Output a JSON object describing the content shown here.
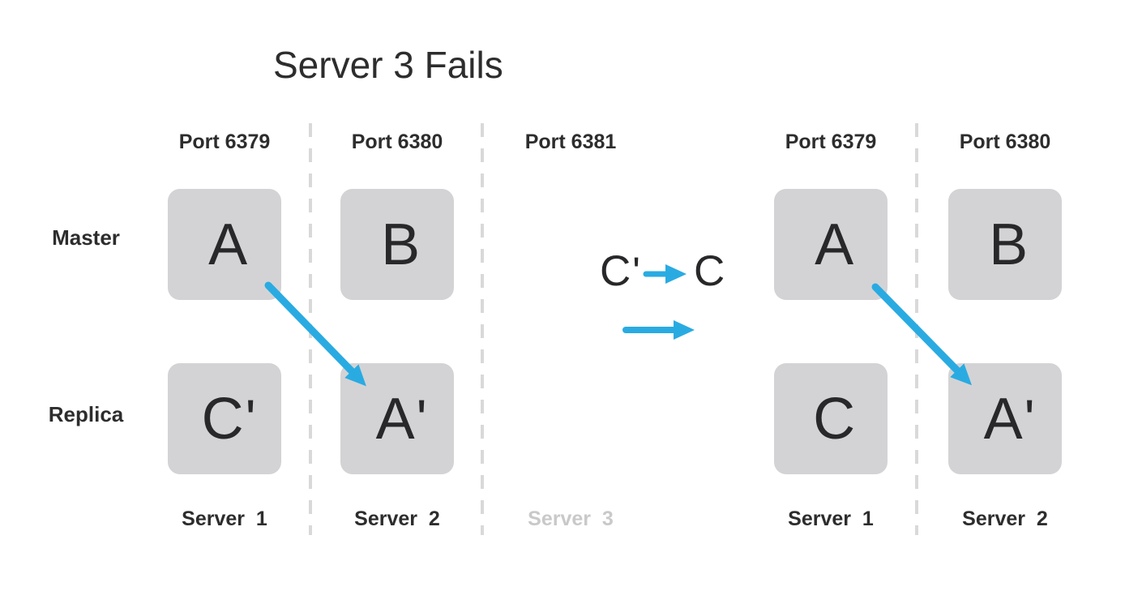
{
  "title": "Server 3 Fails",
  "colors": {
    "accent": "#29abe2",
    "box_fill": "#d3d3d5",
    "text": "#2d2d2e",
    "muted": "#c9c9c9",
    "dash": "#d9d9d9"
  },
  "icons": {
    "promotion_arrow": "right-arrow",
    "migration_arrow": "right-arrow",
    "failover_arrow_left": "diagonal-down-right-arrow",
    "failover_arrow_right": "diagonal-down-right-arrow"
  },
  "left_cluster": {
    "ports": [
      "Port 6379",
      "Port 6380",
      "Port 6381"
    ],
    "rows": [
      "Master",
      "Replica"
    ],
    "nodes": [
      {
        "letter": "A",
        "prime": ""
      },
      {
        "letter": "B",
        "prime": ""
      },
      {
        "letter": "C",
        "prime": "'"
      },
      {
        "letter": "A",
        "prime": "'"
      }
    ],
    "servers": [
      {
        "label": "Server 1",
        "muted": false
      },
      {
        "label": "Server 2",
        "muted": false
      },
      {
        "label": "Server 3",
        "muted": true
      }
    ]
  },
  "transition": {
    "from": "C",
    "from_prime": "'",
    "to": "C"
  },
  "right_cluster": {
    "ports": [
      "Port 6379",
      "Port 6380"
    ],
    "nodes": [
      {
        "letter": "A",
        "prime": ""
      },
      {
        "letter": "B",
        "prime": ""
      },
      {
        "letter": "C",
        "prime": ""
      },
      {
        "letter": "A",
        "prime": "'"
      }
    ],
    "servers": [
      {
        "label": "Server 1",
        "muted": false
      },
      {
        "label": "Server 2",
        "muted": false
      }
    ]
  }
}
